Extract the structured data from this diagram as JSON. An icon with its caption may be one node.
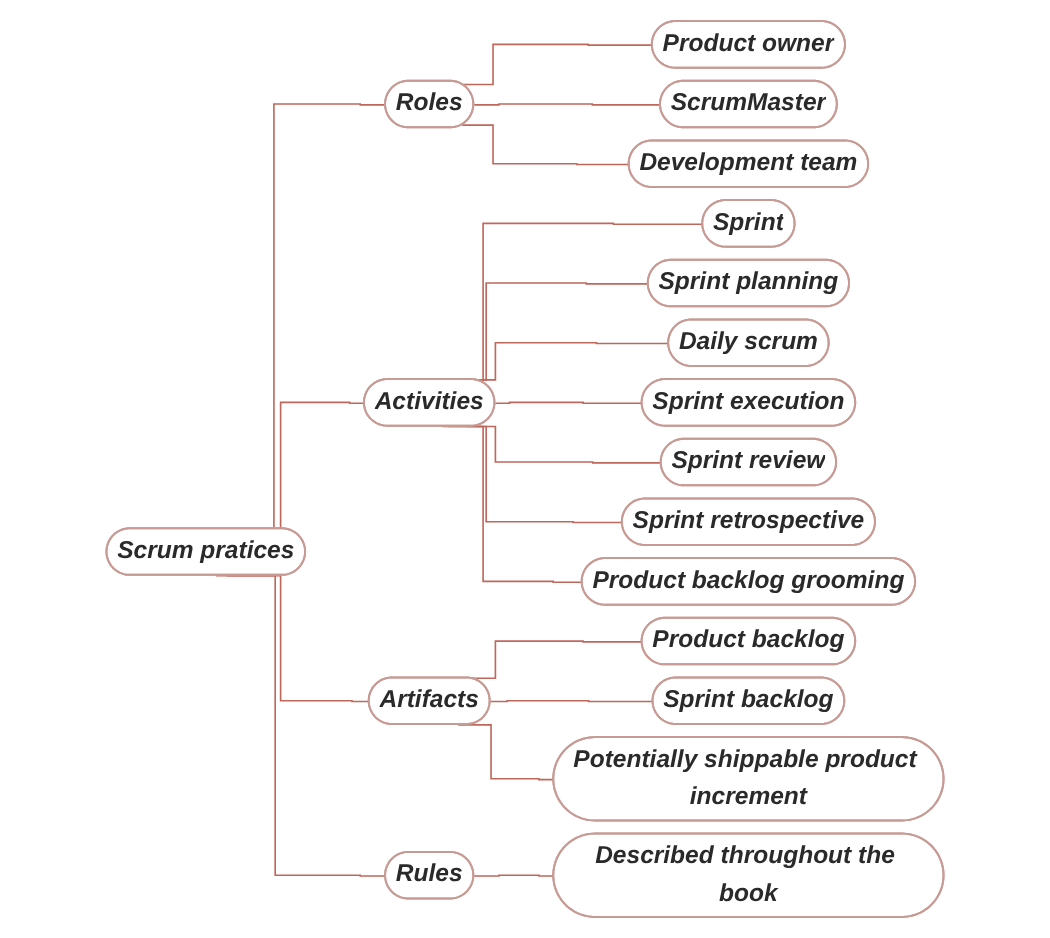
{
  "diagram": {
    "nodes": [
      {
        "text": [
          "Scrum pratices"
        ]
      },
      {
        "text": [
          "Roles"
        ]
      },
      {
        "text": [
          "Activities"
        ]
      },
      {
        "text": [
          "Artifacts"
        ]
      },
      {
        "text": [
          "Rules"
        ]
      },
      {
        "text": [
          "Product owner"
        ]
      },
      {
        "text": [
          "ScrumMaster"
        ]
      },
      {
        "text": [
          "Development team"
        ]
      },
      {
        "text": [
          "Sprint"
        ]
      },
      {
        "text": [
          "Sprint planning"
        ]
      },
      {
        "text": [
          "Daily scrum"
        ]
      },
      {
        "text": [
          "Sprint execution"
        ]
      },
      {
        "text": [
          "Sprint review"
        ]
      },
      {
        "text": [
          "Sprint retrospective"
        ]
      },
      {
        "text": [
          "Product backlog grooming"
        ]
      },
      {
        "text": [
          "Product backlog"
        ]
      },
      {
        "text": [
          "Sprint backlog"
        ]
      },
      {
        "text": [
          "Potentially shippable product increment"
        ]
      },
      {
        "text": [
          "Described throughout the book"
        ]
      }
    ],
    "edges": [
      {
        "from": 0,
        "to": 1,
        "arrow": "none"
      },
      {
        "from": 0,
        "to": 2,
        "arrow": "none"
      },
      {
        "from": 0,
        "to": 3,
        "arrow": "none"
      },
      {
        "from": 0,
        "to": 4,
        "arrow": "none"
      },
      {
        "from": 1,
        "to": 5,
        "arrow": "none"
      },
      {
        "from": 1,
        "to": 6,
        "arrow": "none"
      },
      {
        "from": 1,
        "to": 7,
        "arrow": "none"
      },
      {
        "from": 2,
        "to": 8,
        "arrow": "none"
      },
      {
        "from": 2,
        "to": 9,
        "arrow": "none"
      },
      {
        "from": 2,
        "to": 10,
        "arrow": "none"
      },
      {
        "from": 2,
        "to": 11,
        "arrow": "none"
      },
      {
        "from": 2,
        "to": 12,
        "arrow": "none"
      },
      {
        "from": 2,
        "to": 13,
        "arrow": "none"
      },
      {
        "from": 2,
        "to": 14,
        "arrow": "none"
      },
      {
        "from": 3,
        "to": 15,
        "arrow": "none"
      },
      {
        "from": 3,
        "to": 16,
        "arrow": "none"
      },
      {
        "from": 3,
        "to": 17,
        "arrow": "none"
      },
      {
        "from": 4,
        "to": 18,
        "arrow": "none"
      }
    ]
  }
}
